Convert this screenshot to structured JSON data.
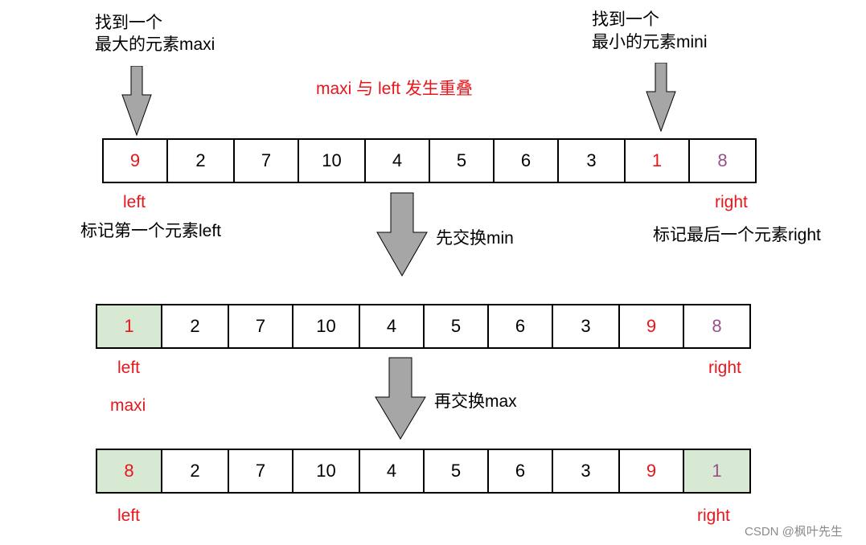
{
  "annotations": {
    "find_max_line1": "找到一个",
    "find_max_line2": "最大的元素maxi",
    "find_min_line1": "找到一个",
    "find_min_line2": "最小的元素mini",
    "overlap_note": "maxi 与 left 发生重叠",
    "mark_first": "标记第一个元素left",
    "mark_last": "标记最后一个元素right",
    "swap_min": "先交换min",
    "swap_max": "再交换max",
    "maxi_label": "maxi"
  },
  "rows": [
    {
      "cells": [
        {
          "value": "9",
          "color": "red",
          "highlight": false
        },
        {
          "value": "2",
          "color": "black",
          "highlight": false
        },
        {
          "value": "7",
          "color": "black",
          "highlight": false
        },
        {
          "value": "10",
          "color": "black",
          "highlight": false
        },
        {
          "value": "4",
          "color": "black",
          "highlight": false
        },
        {
          "value": "5",
          "color": "black",
          "highlight": false
        },
        {
          "value": "6",
          "color": "black",
          "highlight": false
        },
        {
          "value": "3",
          "color": "black",
          "highlight": false
        },
        {
          "value": "1",
          "color": "red",
          "highlight": false
        },
        {
          "value": "8",
          "color": "purple",
          "highlight": false
        }
      ],
      "left_label": "left",
      "right_label": "right"
    },
    {
      "cells": [
        {
          "value": "1",
          "color": "red",
          "highlight": true
        },
        {
          "value": "2",
          "color": "black",
          "highlight": false
        },
        {
          "value": "7",
          "color": "black",
          "highlight": false
        },
        {
          "value": "10",
          "color": "black",
          "highlight": false
        },
        {
          "value": "4",
          "color": "black",
          "highlight": false
        },
        {
          "value": "5",
          "color": "black",
          "highlight": false
        },
        {
          "value": "6",
          "color": "black",
          "highlight": false
        },
        {
          "value": "3",
          "color": "black",
          "highlight": false
        },
        {
          "value": "9",
          "color": "red",
          "highlight": false
        },
        {
          "value": "8",
          "color": "purple",
          "highlight": false
        }
      ],
      "left_label": "left",
      "right_label": "right"
    },
    {
      "cells": [
        {
          "value": "8",
          "color": "red",
          "highlight": true
        },
        {
          "value": "2",
          "color": "black",
          "highlight": false
        },
        {
          "value": "7",
          "color": "black",
          "highlight": false
        },
        {
          "value": "10",
          "color": "black",
          "highlight": false
        },
        {
          "value": "4",
          "color": "black",
          "highlight": false
        },
        {
          "value": "5",
          "color": "black",
          "highlight": false
        },
        {
          "value": "6",
          "color": "black",
          "highlight": false
        },
        {
          "value": "3",
          "color": "black",
          "highlight": false
        },
        {
          "value": "9",
          "color": "red",
          "highlight": false
        },
        {
          "value": "1",
          "color": "purple",
          "highlight": true
        }
      ],
      "left_label": "left",
      "right_label": "right"
    }
  ],
  "watermark": "CSDN @枫叶先生",
  "colors": {
    "red": "#e8161b",
    "purple": "#9b4f8a",
    "highlight": "#d7e8d3",
    "arrow_fill": "#a6a6a6"
  }
}
